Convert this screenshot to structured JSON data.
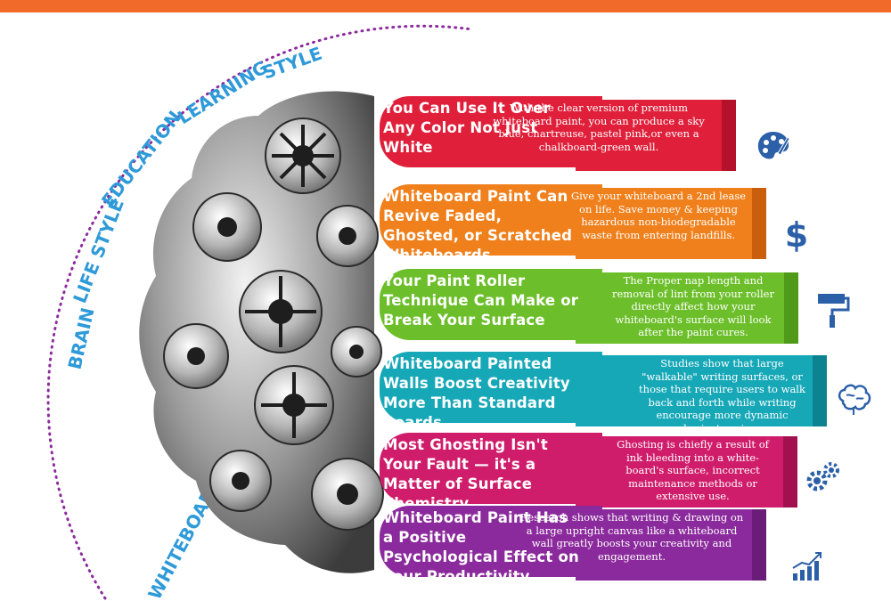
{
  "arc_words": [
    "WHITEBOARD PAINT - CREATIVITY",
    "BRAIN",
    "LIFE STYLE",
    "EDUCATION",
    "LEARNING",
    "STYLE"
  ],
  "sections": [
    {
      "title": "You Can Use It Over Any Color Not Just White",
      "description": "With the clear version of premium whiteboard paint, you can produce a sky blue, chartreuse, pastel pink,or even a chalkboard-green wall.",
      "color": "#e0203a",
      "shade": "#b3122a",
      "icon": "palette-icon"
    },
    {
      "title": "Whiteboard Paint Can Revive Faded, Ghosted, or Scratched Whiteboards",
      "description": "Give your whiteboard a 2nd lease on life. Save money & keeping hazardous non-biodegradable waste from entering landfills.",
      "color": "#f0801c",
      "shade": "#c95f0d",
      "icon": "dollar-icon"
    },
    {
      "title": "Your Paint Roller Technique Can Make or Break Your Surface",
      "description": "The Proper nap length and removal of lint from your roller directly affect how your whiteboard's surface will look after the paint cures.",
      "color": "#6cbf2a",
      "shade": "#4f9a18",
      "icon": "paint-roller-icon"
    },
    {
      "title": "Whiteboard Painted Walls Boost Creativity More Than Standard Boards",
      "description": "Studies show that large \"walkable\" writing surfaces, or those that require users to walk back and forth while writing encourage more dynamic brainstorming.",
      "color": "#17a8b8",
      "shade": "#0d8391",
      "icon": "brain-icon"
    },
    {
      "title": "Most Ghosting Isn't Your Fault — it's a Matter of Surface Chemistry",
      "description": "Ghosting is chiefly a result of ink bleeding into a white-board's surface, incorrect maintenance methods or extensive use.",
      "color": "#d01d6b",
      "shade": "#a3104f",
      "icon": "gears-icon"
    },
    {
      "title": "Whiteboard Paint Has a Positive Psychological Effect on your Productivity",
      "description": "Research shows that writing & drawing on a large upright canvas like a whiteboard wall greatly boosts your creativity and engagement.",
      "color": "#8b2a9c",
      "shade": "#6a1c78",
      "icon": "growth-chart-icon"
    }
  ]
}
